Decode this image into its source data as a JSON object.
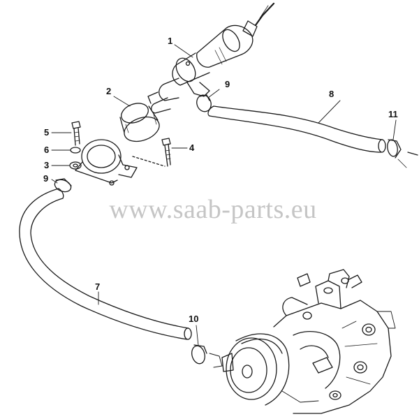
{
  "watermark": "www.saab-parts.eu",
  "callouts": [
    {
      "id": "1",
      "label": "1"
    },
    {
      "id": "2",
      "label": "2"
    },
    {
      "id": "3",
      "label": "3"
    },
    {
      "id": "4",
      "label": "4"
    },
    {
      "id": "5",
      "label": "5"
    },
    {
      "id": "6",
      "label": "6"
    },
    {
      "id": "7",
      "label": "7"
    },
    {
      "id": "8",
      "label": "8"
    },
    {
      "id": "9a",
      "label": "9"
    },
    {
      "id": "9b",
      "label": "9"
    },
    {
      "id": "10",
      "label": "10"
    },
    {
      "id": "11",
      "label": "11"
    }
  ],
  "colors": {
    "line": "#1a1a1a",
    "watermark": "#969696"
  }
}
